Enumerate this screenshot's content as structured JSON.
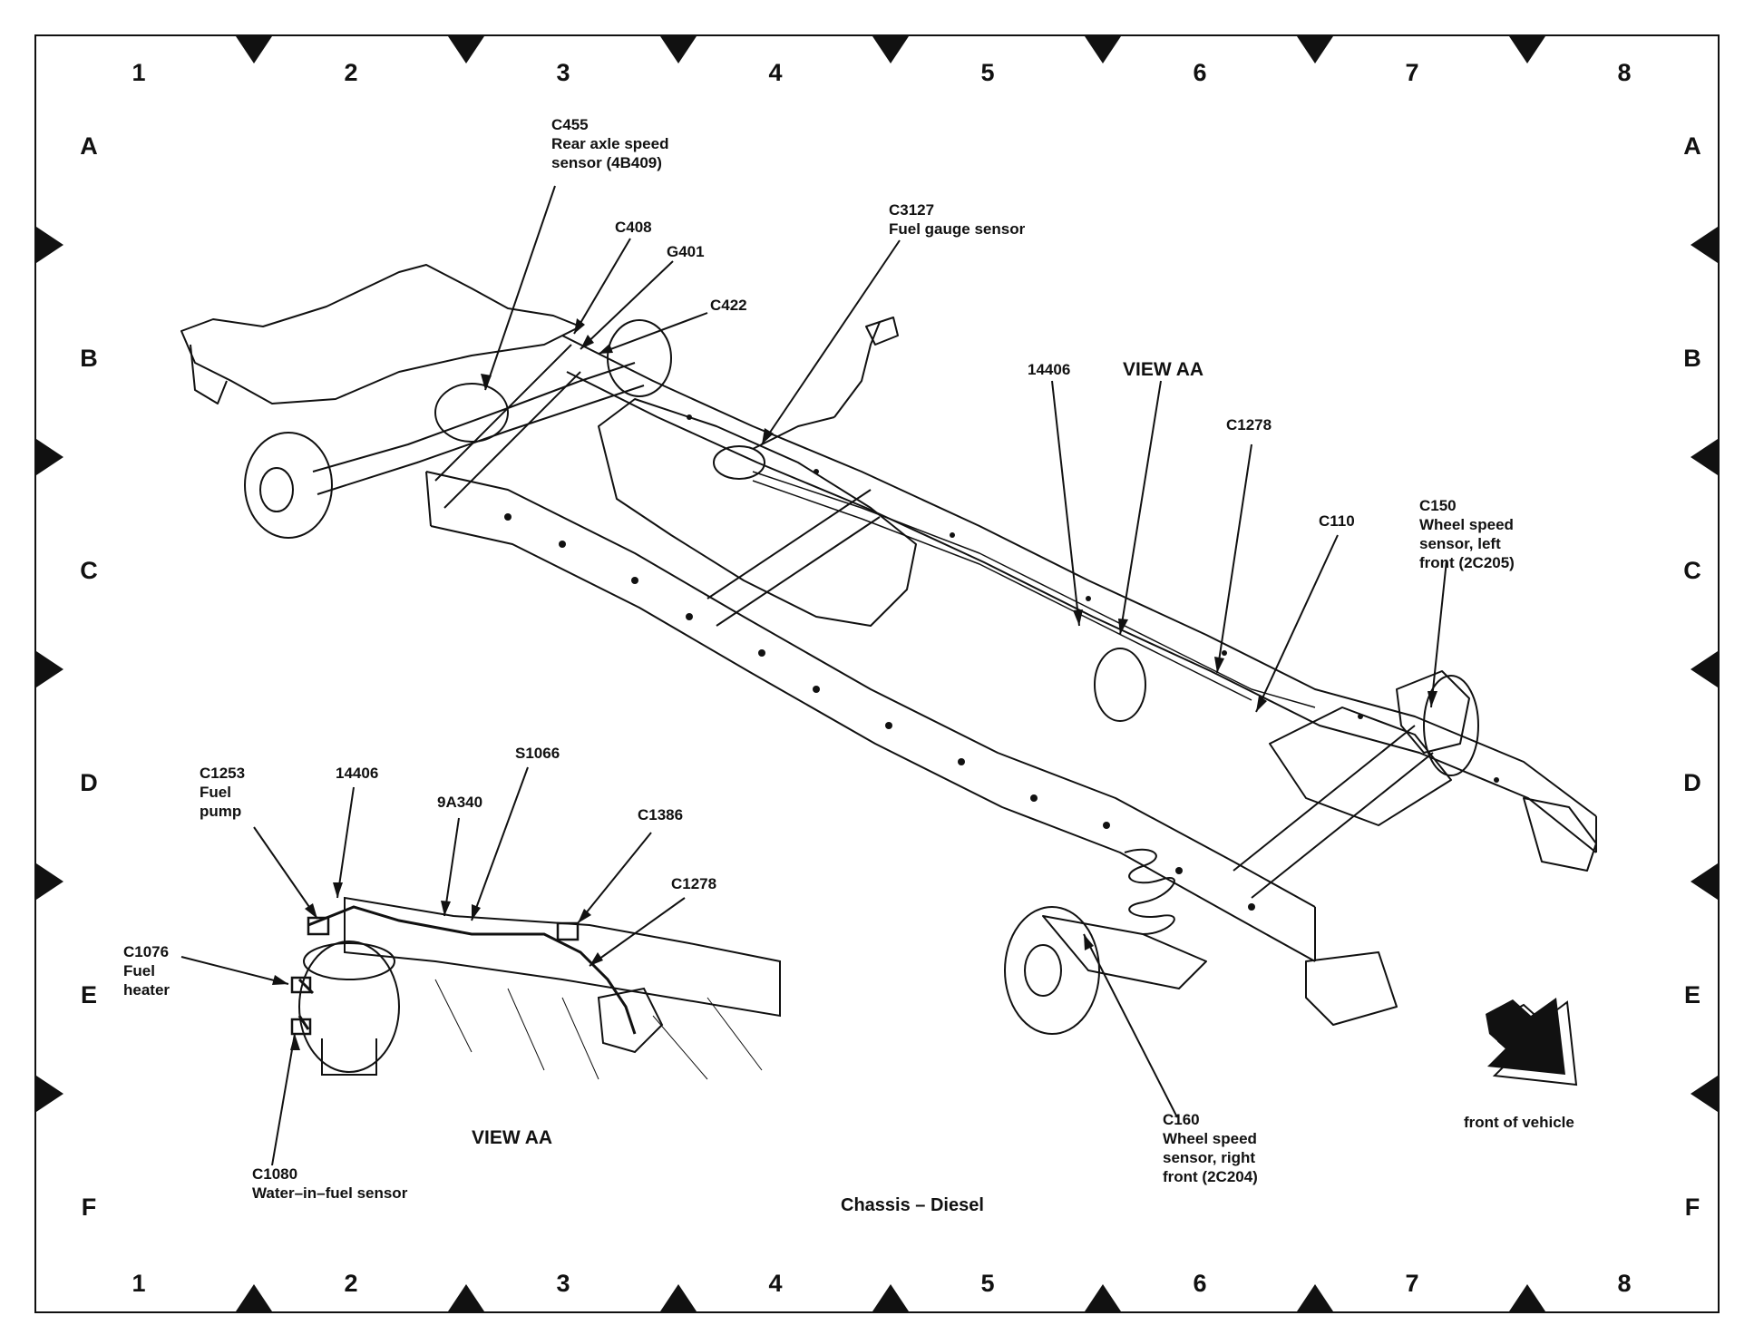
{
  "grid": {
    "columns": [
      "1",
      "2",
      "3",
      "4",
      "5",
      "6",
      "7",
      "8"
    ],
    "rows": [
      "A",
      "B",
      "C",
      "D",
      "E",
      "F"
    ]
  },
  "callouts": {
    "c455": [
      "C455",
      "Rear axle speed",
      "sensor (4B409)"
    ],
    "c408": [
      "C408"
    ],
    "g401": [
      "G401"
    ],
    "c422": [
      "C422"
    ],
    "c3127": [
      "C3127",
      "Fuel gauge sensor"
    ],
    "n14406_main": [
      "14406"
    ],
    "c1278_main": [
      "C1278"
    ],
    "c110": [
      "C110"
    ],
    "c150": [
      "C150",
      "Wheel speed",
      "sensor, left",
      "front (2C205)"
    ],
    "c160": [
      "C160",
      "Wheel speed",
      "sensor, right",
      "front (2C204)"
    ],
    "c1253": [
      "C1253",
      "Fuel",
      "pump"
    ],
    "n14406_view": [
      "14406"
    ],
    "n9a340": [
      "9A340"
    ],
    "s1066": [
      "S1066"
    ],
    "c1386": [
      "C1386"
    ],
    "c1278_view": [
      "C1278"
    ],
    "c1076": [
      "C1076",
      "Fuel",
      "heater"
    ],
    "c1080": [
      "C1080",
      "Water–in–fuel sensor"
    ]
  },
  "view_aa_label_top": "VIEW AA",
  "view_aa_label_bottom": "VIEW AA",
  "caption": "Chassis – Diesel",
  "direction_label": "front of vehicle",
  "colors": {
    "ink": "#111111",
    "background": "#ffffff"
  }
}
